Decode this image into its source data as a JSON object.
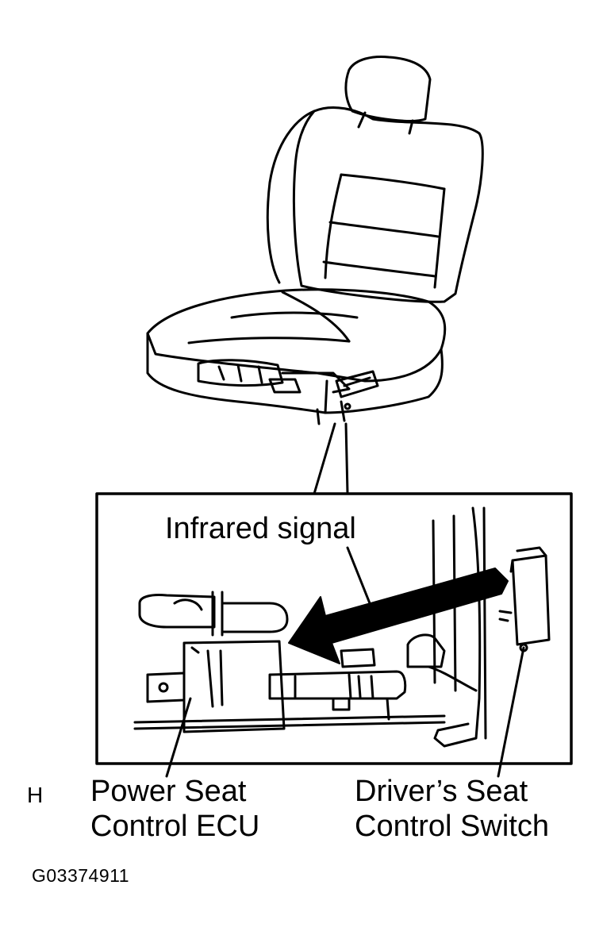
{
  "labels": {
    "infrared_signal": "Infrared signal",
    "power_seat_ecu": [
      "Power Seat",
      "Control ECU"
    ],
    "drivers_seat_switch": [
      "Driver’s Seat",
      "Control Switch"
    ],
    "corner_mark": "H",
    "figure_code": "G03374911"
  },
  "colors": {
    "line": "#000000",
    "background": "#ffffff"
  }
}
